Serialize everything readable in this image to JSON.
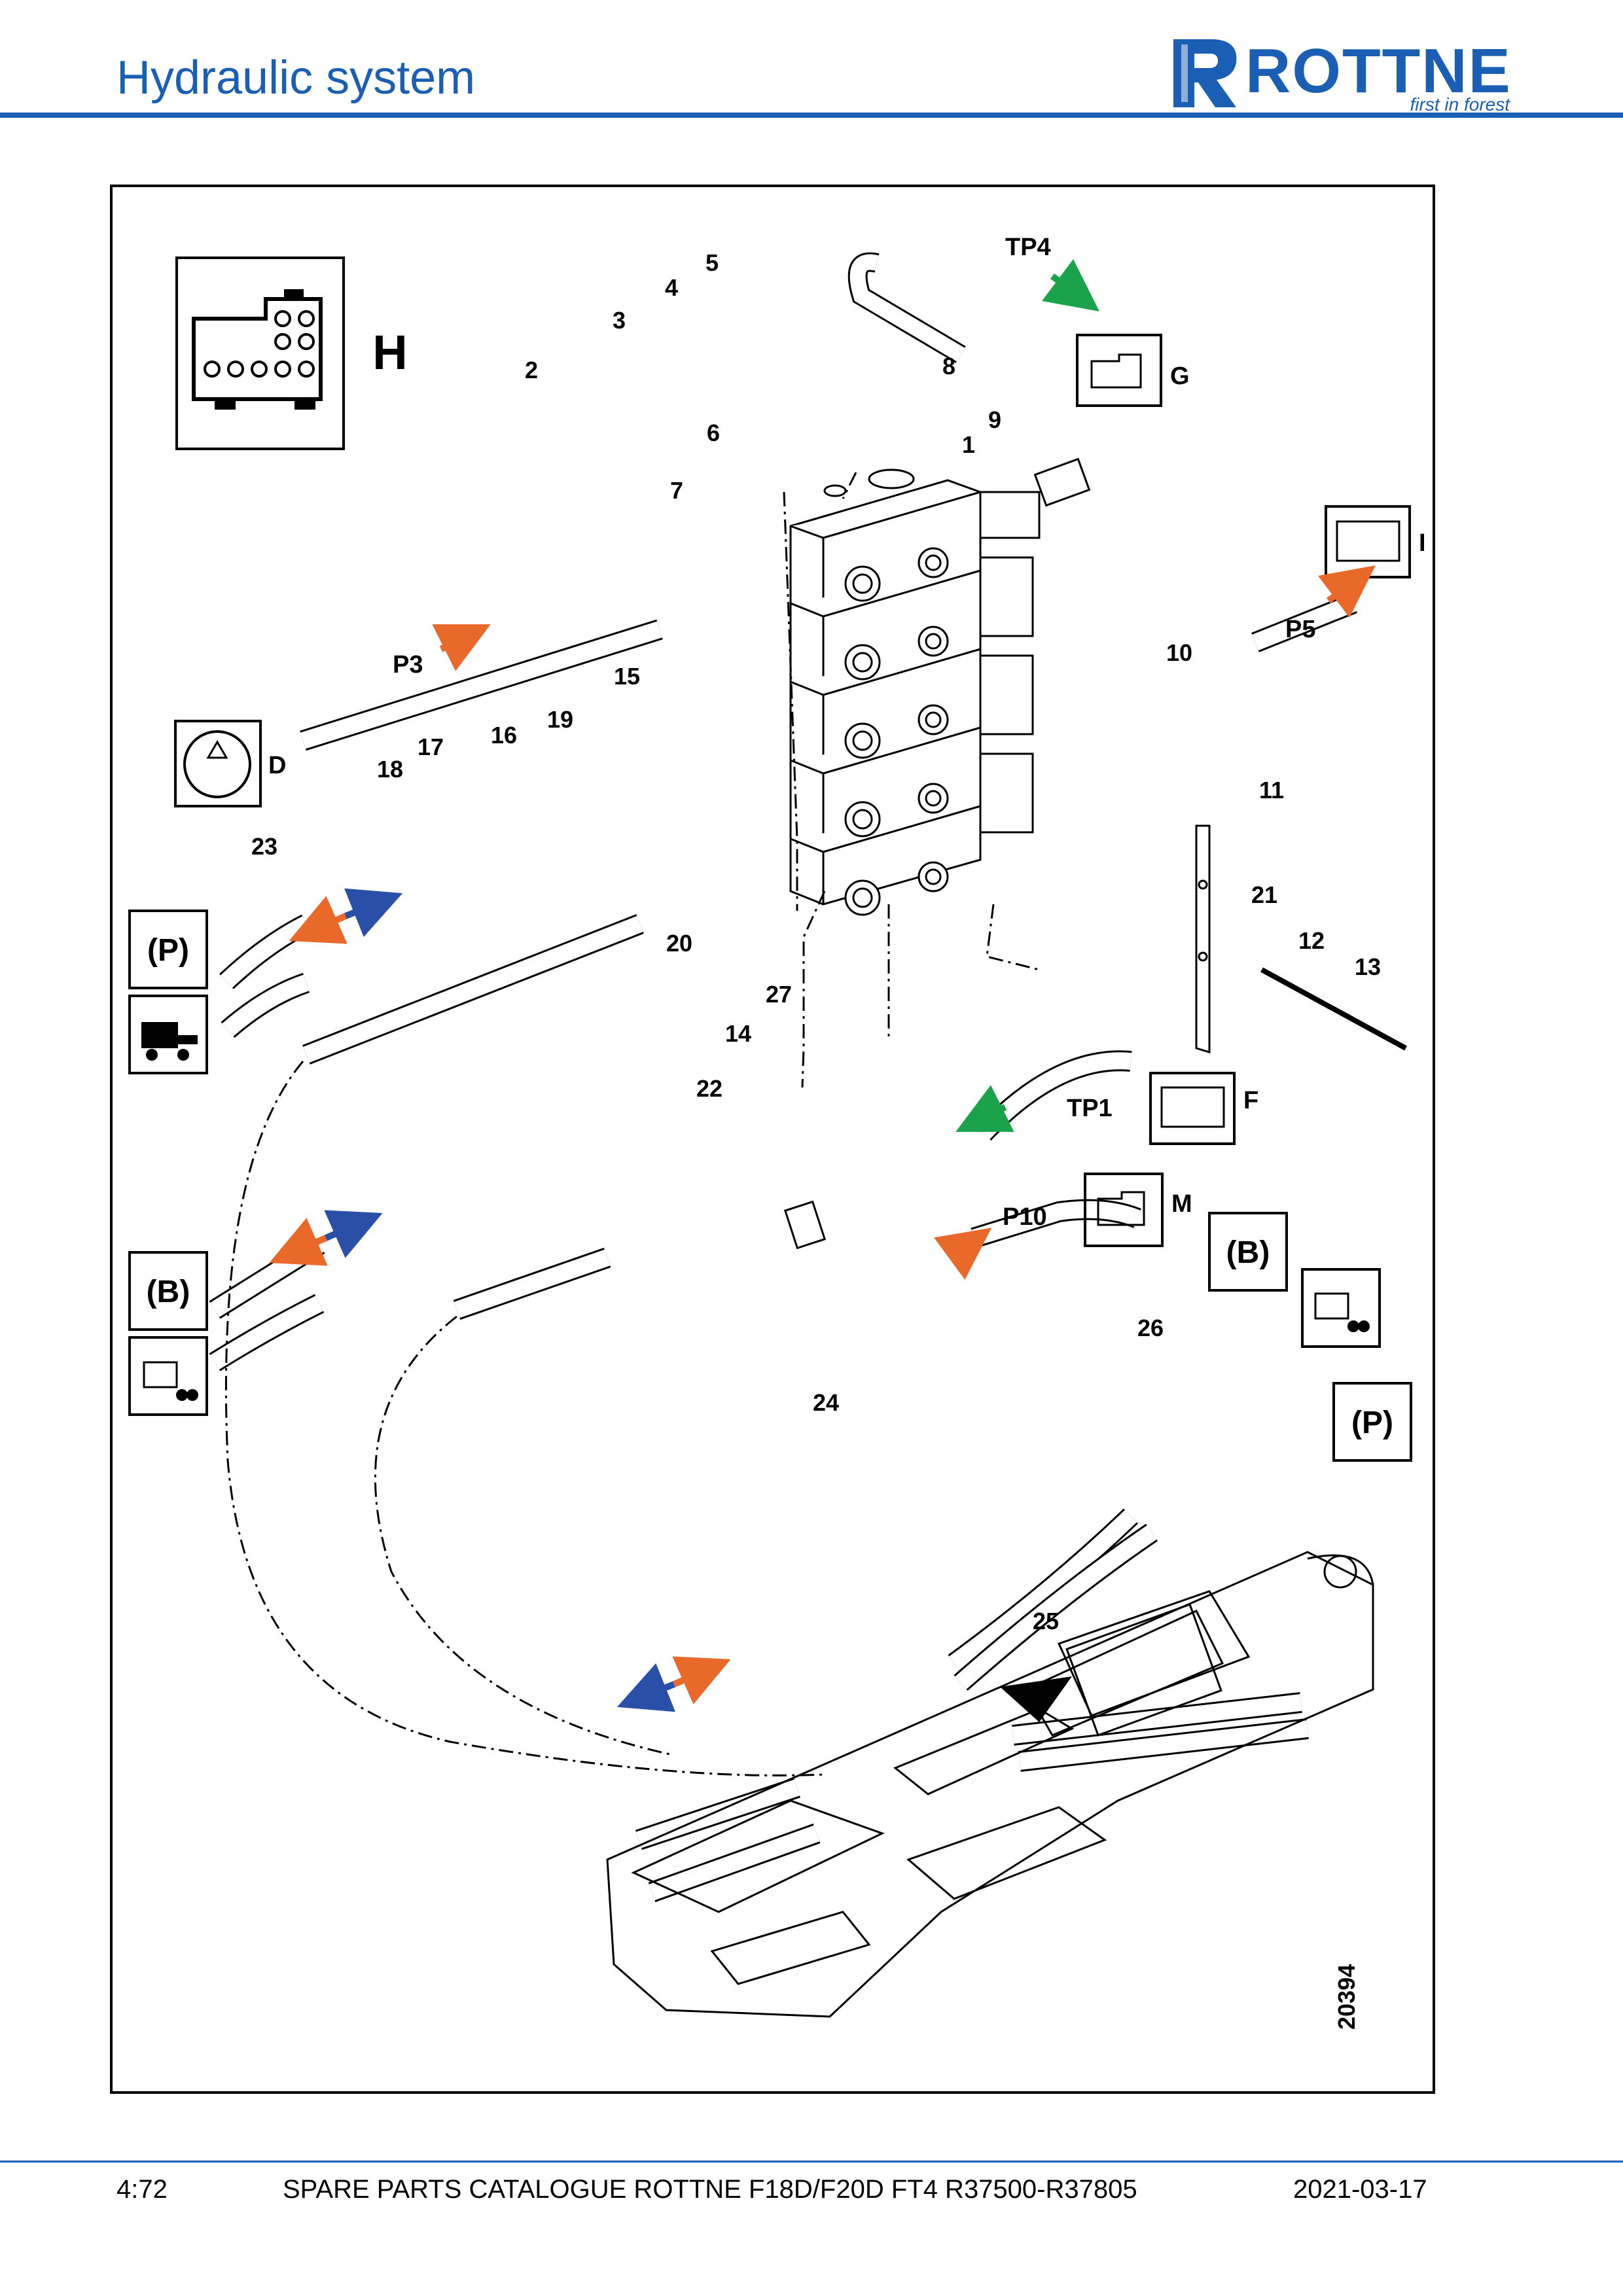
{
  "header": {
    "section_title": "Hydraulic system",
    "brand": "ROTTNE",
    "tagline": "first in forest",
    "accent_color": "#1a5fb4"
  },
  "diagram": {
    "figure_number": "20394",
    "callouts": [
      "1",
      "2",
      "3",
      "4",
      "5",
      "6",
      "7",
      "8",
      "9",
      "10",
      "11",
      "12",
      "13",
      "14",
      "15",
      "16",
      "17",
      "18",
      "19",
      "20",
      "21",
      "22",
      "23",
      "24",
      "25",
      "26",
      "27"
    ],
    "ports": [
      "TP4",
      "TP1",
      "P3",
      "P5",
      "P10"
    ],
    "connector_labels": [
      "H",
      "G",
      "I",
      "F",
      "M",
      "D"
    ],
    "symbols": [
      "(P)",
      "(B)"
    ]
  },
  "footer": {
    "page": "4:72",
    "title": "SPARE PARTS CATALOGUE ROTTNE F18D/F20D FT4 R37500-R37805",
    "date": "2021-03-17"
  }
}
